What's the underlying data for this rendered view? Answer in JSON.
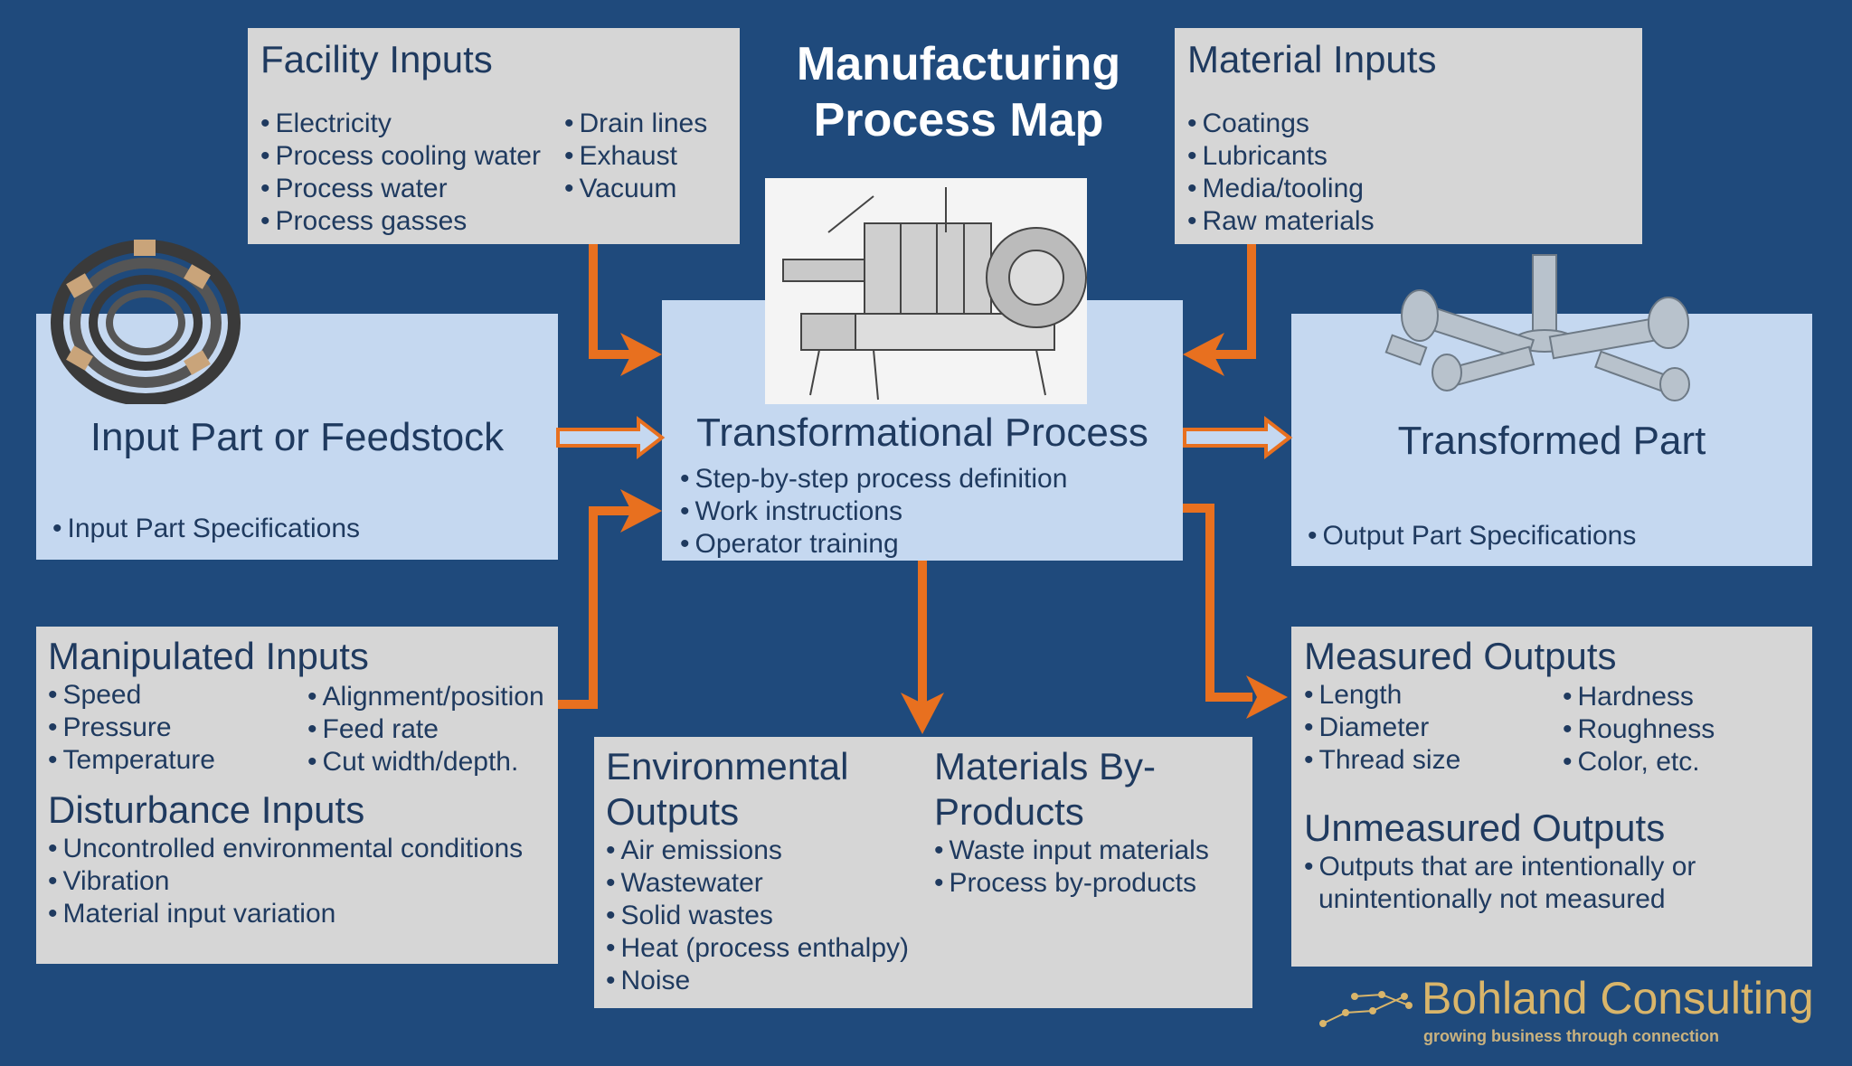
{
  "title": {
    "line1": "Manufacturing",
    "line2": "Process Map"
  },
  "facility": {
    "heading": "Facility Inputs",
    "col1": [
      "Electricity",
      "Process cooling water",
      "Process water",
      "Process gasses"
    ],
    "col2": [
      "Drain lines",
      "Exhaust",
      "Vacuum"
    ]
  },
  "material": {
    "heading": "Material Inputs",
    "items": [
      "Coatings",
      "Lubricants",
      "Media/tooling",
      "Raw materials"
    ]
  },
  "input_part": {
    "heading": "Input Part or Feedstock",
    "items": [
      "Input Part Specifications"
    ]
  },
  "process": {
    "heading": "Transformational Process",
    "items": [
      "Step-by-step process definition",
      "Work instructions",
      "Operator training"
    ]
  },
  "transformed": {
    "heading": "Transformed Part",
    "items": [
      "Output Part Specifications"
    ]
  },
  "manipulated": {
    "heading": "Manipulated Inputs",
    "col1": [
      "Speed",
      "Pressure",
      "Temperature"
    ],
    "col2": [
      "Alignment/position",
      "Feed rate",
      "Cut width/depth."
    ]
  },
  "disturbance": {
    "heading": "Disturbance Inputs",
    "items": [
      "Uncontrolled environmental conditions",
      "Vibration",
      "Material input variation"
    ]
  },
  "environmental": {
    "heading1": "Environmental",
    "heading2": "Outputs",
    "items": [
      "Air emissions",
      "Wastewater",
      "Solid wastes",
      "Heat (process enthalpy)",
      "Noise"
    ]
  },
  "byproducts": {
    "heading1": "Materials By-",
    "heading2": "Products",
    "items": [
      "Waste input materials",
      "Process by-products"
    ]
  },
  "measured": {
    "heading": "Measured Outputs",
    "col1": [
      "Length",
      "Diameter",
      "Thread size"
    ],
    "col2": [
      "Hardness",
      "Roughness",
      "Color, etc."
    ]
  },
  "unmeasured": {
    "heading": "Unmeasured Outputs",
    "items": [
      "Outputs that are intentionally or",
      "unintentionally not measured"
    ]
  },
  "logo": {
    "name": "Bohland Consulting",
    "tagline": "growing business through connection"
  },
  "colors": {
    "background": "#1f4a7c",
    "arrow": "#e8701f",
    "gray_box": "#d6d6d6",
    "blue_box": "#c5d8f0",
    "text": "#1f3a5f"
  }
}
